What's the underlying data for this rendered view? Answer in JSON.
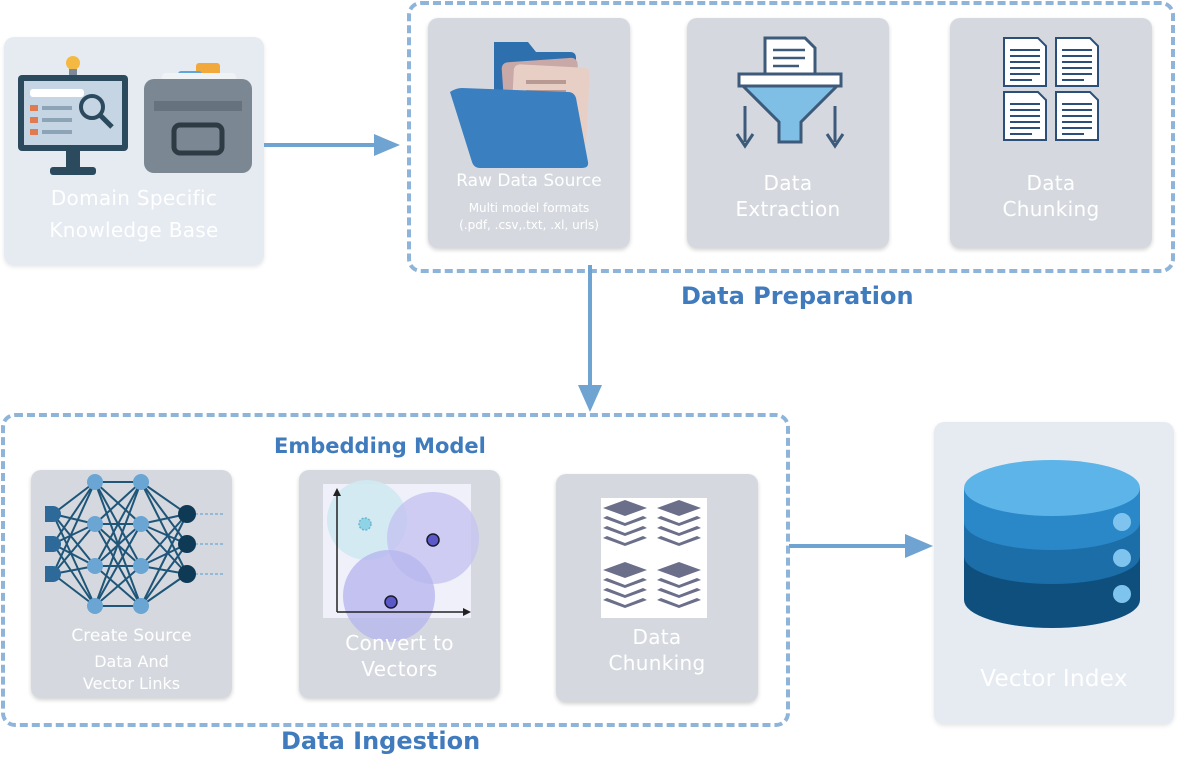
{
  "knowledge_base": {
    "title_line1": "Domain Specific",
    "title_line2": "Knowledge Base"
  },
  "data_preparation": {
    "label": "Data Preparation",
    "raw_source": {
      "title": "Raw Data Source",
      "sub1": "Multi model formats",
      "sub2": "(.pdf, .csv,.txt, .xl, urls)"
    },
    "extraction": {
      "line1": "Data",
      "line2": "Extraction"
    },
    "chunking": {
      "line1": "Data",
      "line2": "Chunking"
    }
  },
  "data_ingestion": {
    "label": "Data Ingestion",
    "embedding_label": "Embedding Model",
    "links": {
      "line1": "Create Source",
      "line2": "Data And",
      "line3": "Vector Links"
    },
    "vectors": {
      "line1": "Convert to",
      "line2": "Vectors"
    },
    "chunking": {
      "line1": "Data",
      "line2": "Chunking"
    }
  },
  "vector_index": {
    "label": "Vector Index"
  },
  "colors": {
    "accent": "#3f7bbd",
    "arrow": "#6fa3d1",
    "dash": "#8fb4d9",
    "card": "#d5d9df",
    "db_top": "#5db4e8",
    "db_mid": "#2a80c0",
    "db_bottom": "#0f4f7d"
  }
}
